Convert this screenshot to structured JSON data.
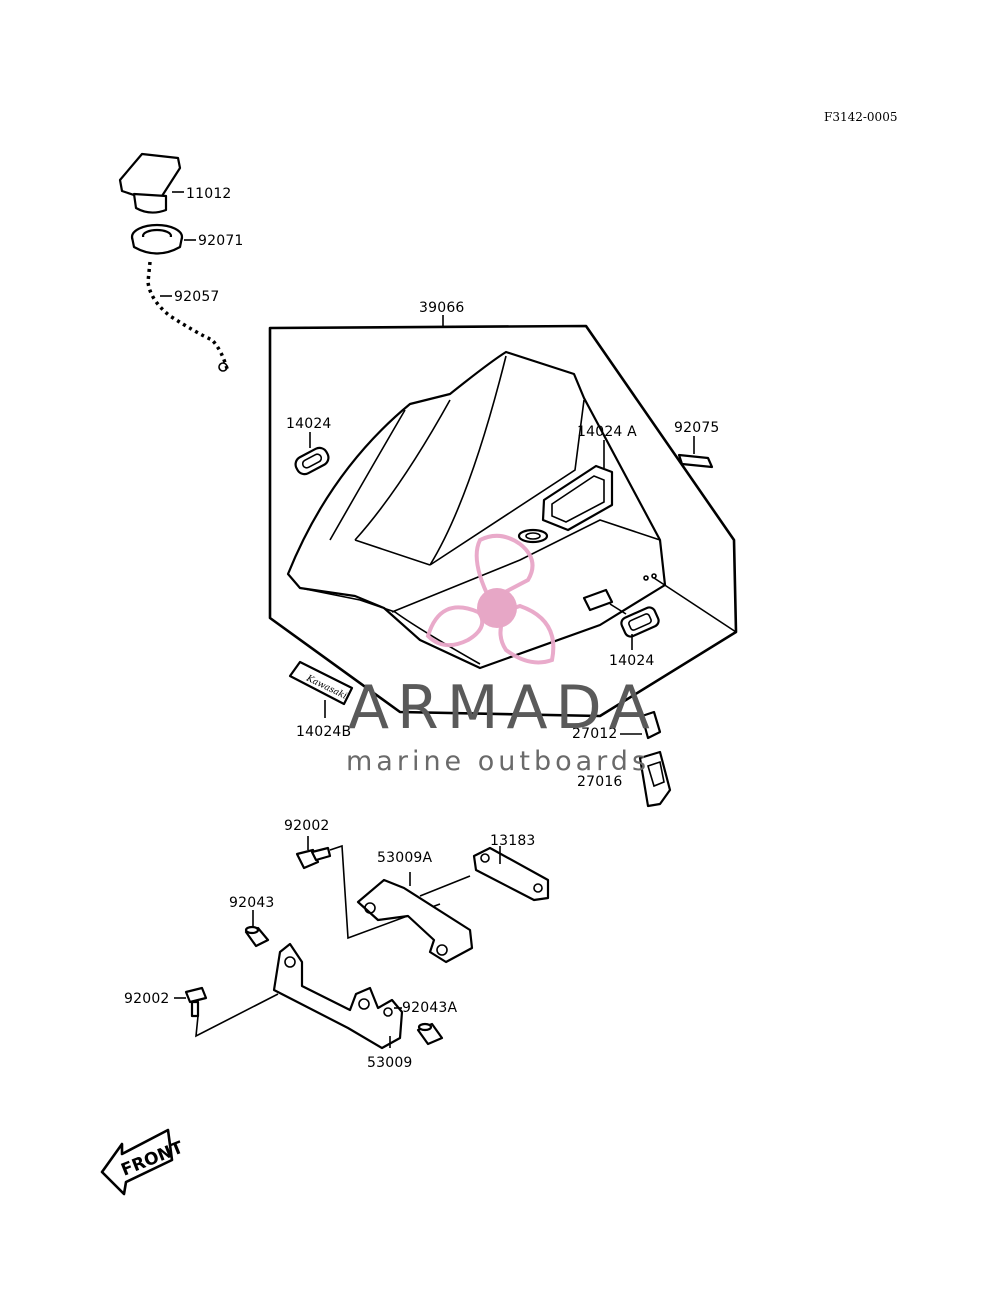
{
  "diagram": {
    "reference_code": "F3142-0005",
    "parts": [
      {
        "id": "p11012",
        "label": "11012"
      },
      {
        "id": "p92071",
        "label": "92071"
      },
      {
        "id": "p92057",
        "label": "92057"
      },
      {
        "id": "p39066",
        "label": "39066"
      },
      {
        "id": "p14024_left",
        "label": "14024"
      },
      {
        "id": "p14024A",
        "label": "14024 A"
      },
      {
        "id": "p92075",
        "label": "92075"
      },
      {
        "id": "p14024_right",
        "label": "14024"
      },
      {
        "id": "p14024B",
        "label": "14024B"
      },
      {
        "id": "p27012",
        "label": "27012"
      },
      {
        "id": "p27016",
        "label": "27016"
      },
      {
        "id": "p92002_top",
        "label": "92002"
      },
      {
        "id": "p53009A",
        "label": "53009A"
      },
      {
        "id": "p13183",
        "label": "13183"
      },
      {
        "id": "p92043",
        "label": "92043"
      },
      {
        "id": "p92002_bottom",
        "label": "92002"
      },
      {
        "id": "p92043A",
        "label": "92043A"
      },
      {
        "id": "p53009",
        "label": "53009"
      }
    ],
    "decal_text": "Kawasaki",
    "front_arrow_text": "FRONT"
  },
  "watermark": {
    "brand": "ARMADA",
    "tagline": "marine outboards",
    "logo_colors": {
      "primary": "#e8a6c8",
      "center": "#e6a3c4"
    }
  }
}
